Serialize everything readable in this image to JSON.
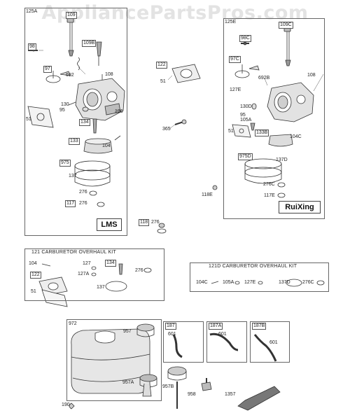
{
  "watermark": "AppliancePartsPros.com",
  "panel_left": {
    "group": "125A",
    "brand": "LMS",
    "parts": {
      "p109": "109",
      "p109b": "109B",
      "p98": "98",
      "p97": "97",
      "p692": "692",
      "p108": "108",
      "p130": "130",
      "p95": "95",
      "p186": "186",
      "p51": "51",
      "p134": "134",
      "p133": "133",
      "p104": "104",
      "p975": "975",
      "p137": "137",
      "p276a": "276",
      "p117": "117",
      "p276b": "276"
    }
  },
  "panel_right": {
    "group": "125E",
    "brand": "RuiXing",
    "parts": {
      "p109c": "109C",
      "p98c": "98C",
      "p97c": "97C",
      "p692b": "692B",
      "p108": "108",
      "p127e": "127E",
      "p130d": "130D",
      "p95": "95",
      "p105a": "105A",
      "p51": "51",
      "p133b": "133B",
      "p104c": "104C",
      "p975d": "975D",
      "p137d": "137D",
      "p276c": "276C",
      "p117e": "117E"
    }
  },
  "loose_parts": {
    "p122": "122",
    "p51": "51",
    "p365": "365",
    "p118e": "118E",
    "p118": "118",
    "p276": "276"
  },
  "kit_121": {
    "title": "121 CARBURETOR OVERHAUL KIT",
    "parts": {
      "p104": "104",
      "p127": "127",
      "p127a": "127A",
      "p134": "134",
      "p276": "276",
      "p122": "122",
      "p51": "51",
      "p137": "137"
    }
  },
  "kit_121d": {
    "title": "121D CARBURETOR OVERHAUL KIT",
    "parts": {
      "p104c": "104C",
      "p105a": "105A",
      "p127e": "127E",
      "p137d": "137D",
      "p276c": "276C"
    }
  },
  "fuel": {
    "p972": "972",
    "p957": "957",
    "p957a": "957A",
    "p190": "190",
    "p187": "187",
    "p601a": "601",
    "p187a": "187A",
    "p601b": "601",
    "p187b": "187B",
    "p601c": "601",
    "p957b": "957B",
    "p958": "958",
    "p1357": "1357"
  }
}
